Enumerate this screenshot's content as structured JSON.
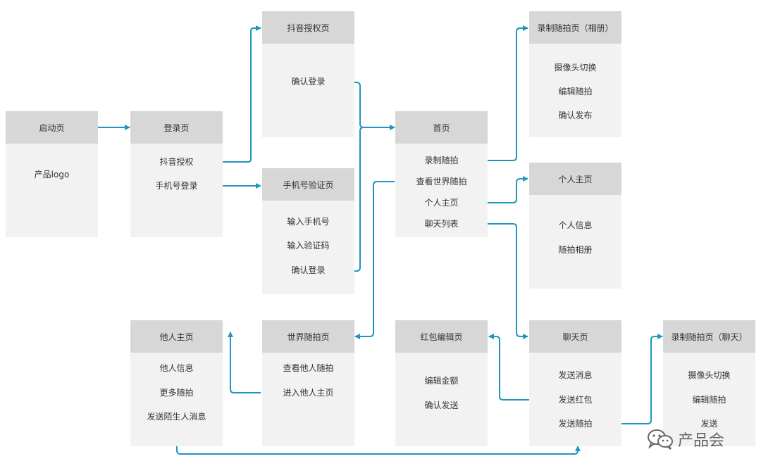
{
  "nodes": {
    "qidong": {
      "title": "启动页",
      "items": [
        "产品logo"
      ]
    },
    "denglu": {
      "title": "登录页",
      "items": [
        "抖音授权",
        "手机号登录"
      ]
    },
    "douyin_auth": {
      "title": "抖音授权页",
      "items": [
        "确认登录"
      ]
    },
    "phone_verify": {
      "title": "手机号验证页",
      "items": [
        "输入手机号",
        "输入验证码",
        "确认登录"
      ]
    },
    "shouye": {
      "title": "首页",
      "items": [
        "录制随拍",
        "查看世界随拍",
        "个人主页",
        "聊天列表"
      ]
    },
    "record_album": {
      "title": "录制随拍页（相册）",
      "items": [
        "摄像头切换",
        "编辑随拍",
        "确认发布"
      ]
    },
    "personal": {
      "title": "个人主页",
      "items": [
        "个人信息",
        "随拍相册"
      ]
    },
    "others": {
      "title": "他人主页",
      "items": [
        "他人信息",
        "更多随拍",
        "发送陌生人消息"
      ]
    },
    "world": {
      "title": "世界随拍页",
      "items": [
        "查看他人随拍",
        "进入他人主页"
      ]
    },
    "redpacket": {
      "title": "红包编辑页",
      "items": [
        "编辑金额",
        "确认发送"
      ]
    },
    "chat": {
      "title": "聊天页",
      "items": [
        "发送消息",
        "发送红包",
        "发送随拍"
      ]
    },
    "record_chat": {
      "title": "录制随拍页（聊天）",
      "items": [
        "摄像头切换",
        "编辑随拍",
        "发送"
      ]
    }
  },
  "watermark": {
    "text": "产品会",
    "icon": "wechat-icon"
  },
  "colors": {
    "edge": "#1e96be",
    "node_bg": "#f2f2f2",
    "header_bg": "#d7d7d7"
  }
}
